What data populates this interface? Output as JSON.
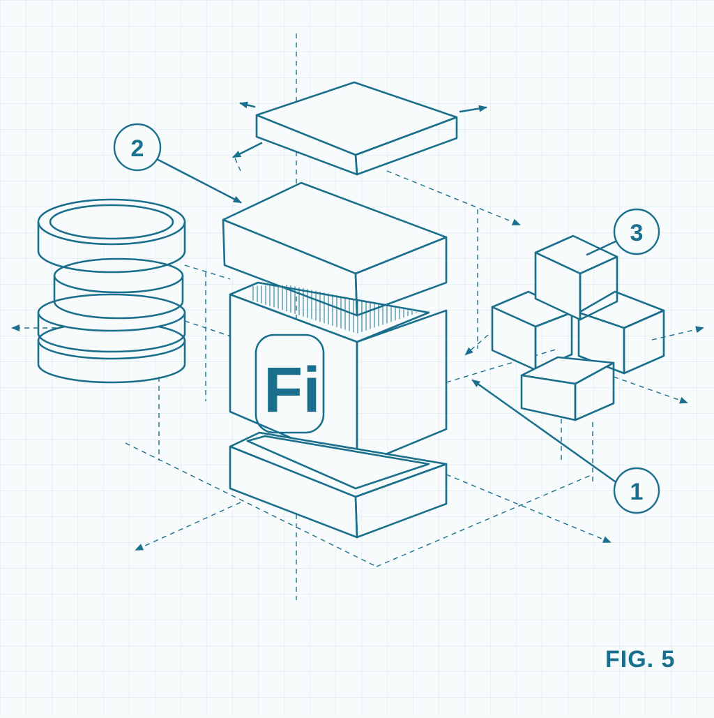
{
  "colors": {
    "ink": "#1a6f8c",
    "paper": "#f7fbfc",
    "grid": "#d3e8ee",
    "accent_fill": "#c9eef2"
  },
  "diagram": {
    "figure_label": "FIG. 5",
    "logo_text": "Fi",
    "callouts": [
      {
        "id": "callout-1",
        "text": "1"
      },
      {
        "id": "callout-2",
        "text": "2"
      },
      {
        "id": "callout-3",
        "text": "3"
      }
    ],
    "components": [
      {
        "name": "stacked-discs",
        "icon": "database-icon"
      },
      {
        "name": "top-plate"
      },
      {
        "name": "lid-block"
      },
      {
        "name": "core-module",
        "icon": "fi-logo"
      },
      {
        "name": "base-tray"
      },
      {
        "name": "cube-cluster",
        "icon": "cubes-icon"
      }
    ]
  }
}
